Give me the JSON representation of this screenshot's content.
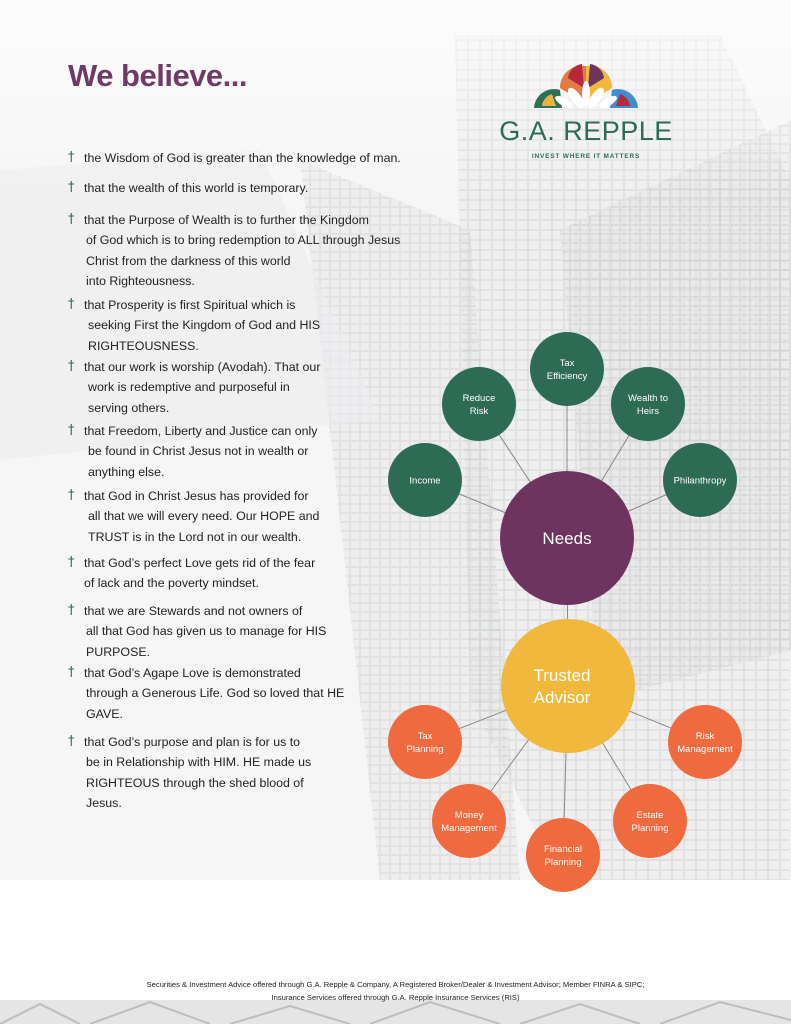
{
  "heading": "We believe...",
  "logo": {
    "brand": "G.A. REPPLE",
    "tagline": "INVEST WHERE IT MATTERS"
  },
  "bullet_glyph": "†",
  "beliefs": [
    [
      "the Wisdom of God is greater than the knowledge of man."
    ],
    [
      "that the wealth of this world is temporary."
    ],
    [
      "that the Purpose of Wealth is to further the Kingdom",
      "of God which is to bring redemption to ALL through Jesus",
      "Christ from the darkness of this world",
      "into Righteousness."
    ],
    [
      "that Prosperity is first Spiritual which is",
      "seeking First the Kingdom of God and HIS",
      "RIGHTEOUSNESS."
    ],
    [
      "that our work is worship (Avodah). That our",
      "work is redemptive and purposeful in",
      "serving others."
    ],
    [
      "that Freedom, Liberty and Justice can only",
      "be found in Christ Jesus not in wealth or",
      "anything else."
    ],
    [
      "that God in Christ Jesus has provided for",
      "all that we will every need. Our HOPE and",
      "TRUST is in the Lord not in our wealth."
    ],
    [
      "that God’s perfect Love gets rid of the fear",
      "of lack and the poverty mindset."
    ],
    [
      "that we are Stewards and not owners of",
      "all that God has given us to manage for HIS",
      "PURPOSE."
    ],
    [
      "that God’s Agape Love is demonstrated",
      "through a Generous Life. God so loved that HE",
      "GAVE."
    ],
    [
      "that God’s purpose and plan is for us to",
      "be in Relationship with HIM. HE made  us",
      "RIGHTEOUS through the shed blood of",
      "Jesus."
    ]
  ],
  "diagram": {
    "needs_hub": "Needs",
    "advisor_hub": [
      "Trusted",
      "Advisor"
    ],
    "needs_nodes": [
      [
        "Income"
      ],
      [
        "Reduce",
        "Risk"
      ],
      [
        "Tax",
        "Efficiency"
      ],
      [
        "Wealth to",
        "Heirs"
      ],
      [
        "Philanthropy"
      ]
    ],
    "advisor_nodes": [
      [
        "Tax",
        "Planning"
      ],
      [
        "Money",
        "Management"
      ],
      [
        "Financial",
        "Planning"
      ],
      [
        "Estate",
        "Planning"
      ],
      [
        "Risk",
        "Management"
      ]
    ]
  },
  "colors": {
    "title_purple": "#6f3a64",
    "needs_green": "#2e6b55",
    "needs_hub_purple": "#6e3460",
    "advisor_yellow": "#f0b83c",
    "advisor_orange": "#ef6a3f",
    "connector_gray": "#888888"
  },
  "disclaimer": [
    "Securities & Investment Advice offered through G.A. Repple & Company, A Registered Broker/Dealer & Investment Advisor; Member FINRA & SIPC;",
    "Insurance Services offered through G.A. Repple Insurance Services (RIS)"
  ]
}
